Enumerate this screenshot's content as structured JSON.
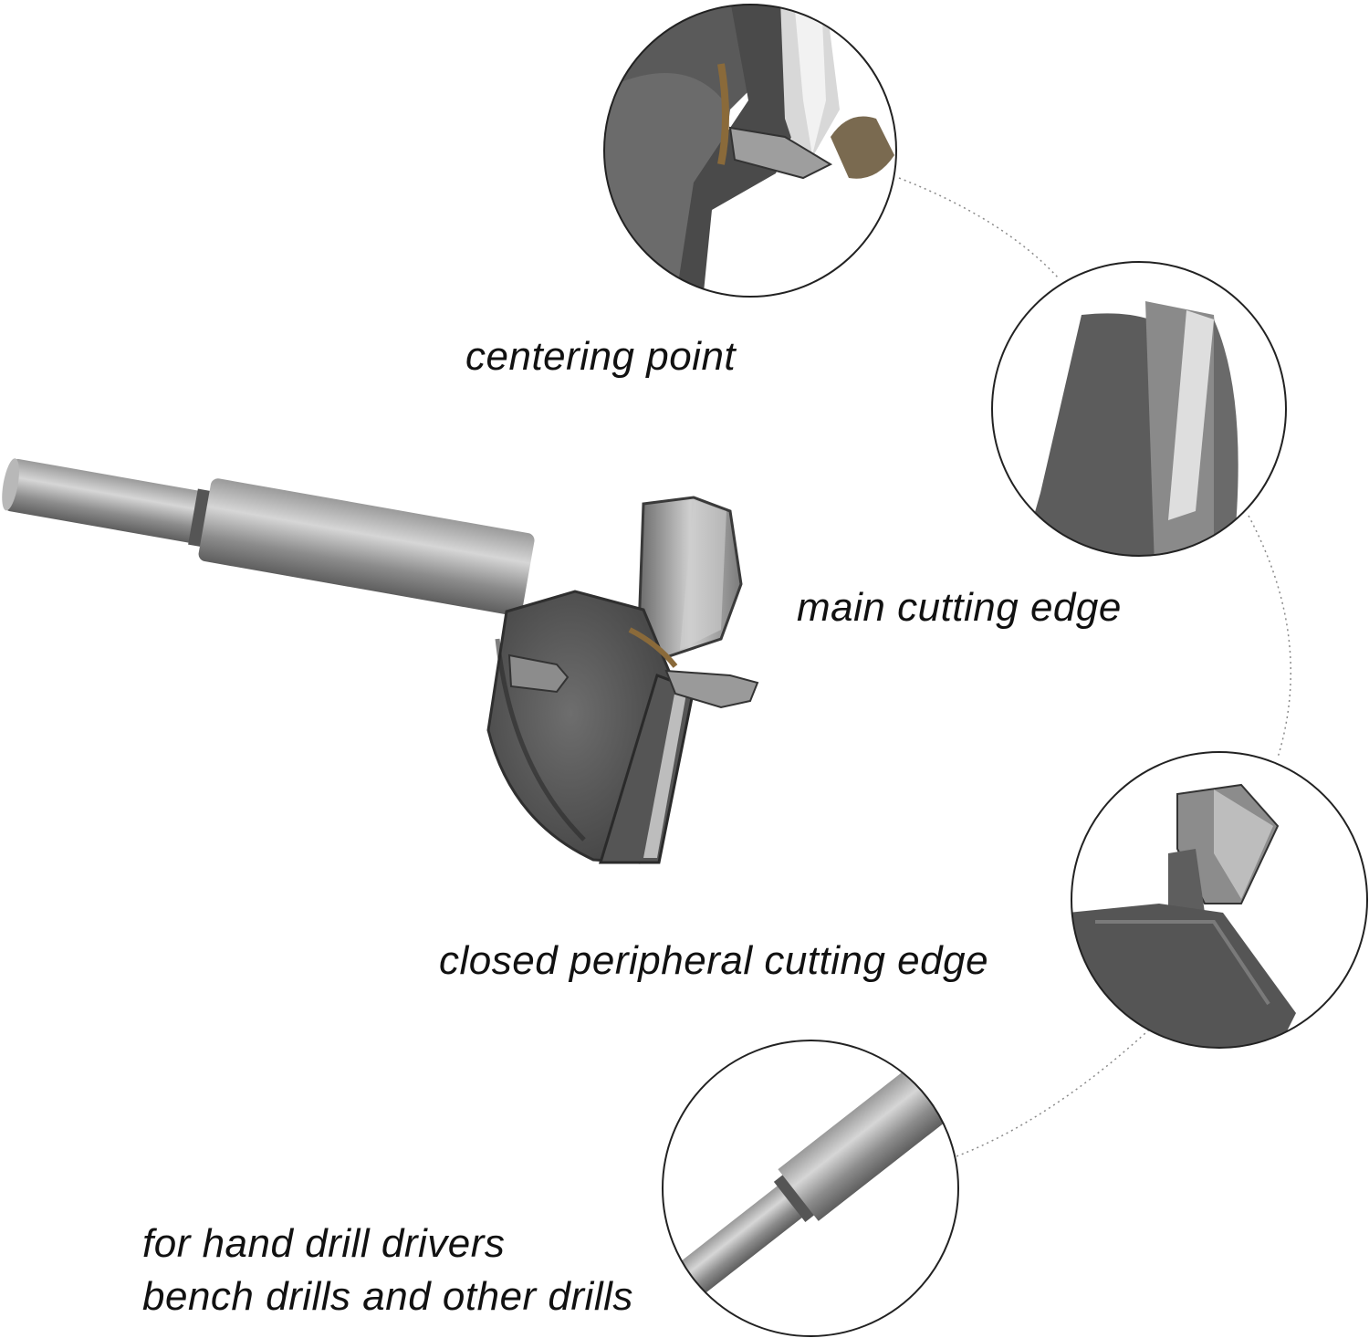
{
  "labels": {
    "centering_point": "centering point",
    "main_cutting_edge": "main cutting edge",
    "closed_peripheral": "closed peripheral cutting edge",
    "drivers_line1": "for hand drill drivers",
    "drivers_line2": "bench drills and other drills"
  },
  "colors": {
    "background": "#ffffff",
    "steel_dark": "#4a4a4a",
    "steel_mid": "#777777",
    "steel_light": "#bfbfbf",
    "rust": "#8a6a3a",
    "connector": "#888888"
  }
}
